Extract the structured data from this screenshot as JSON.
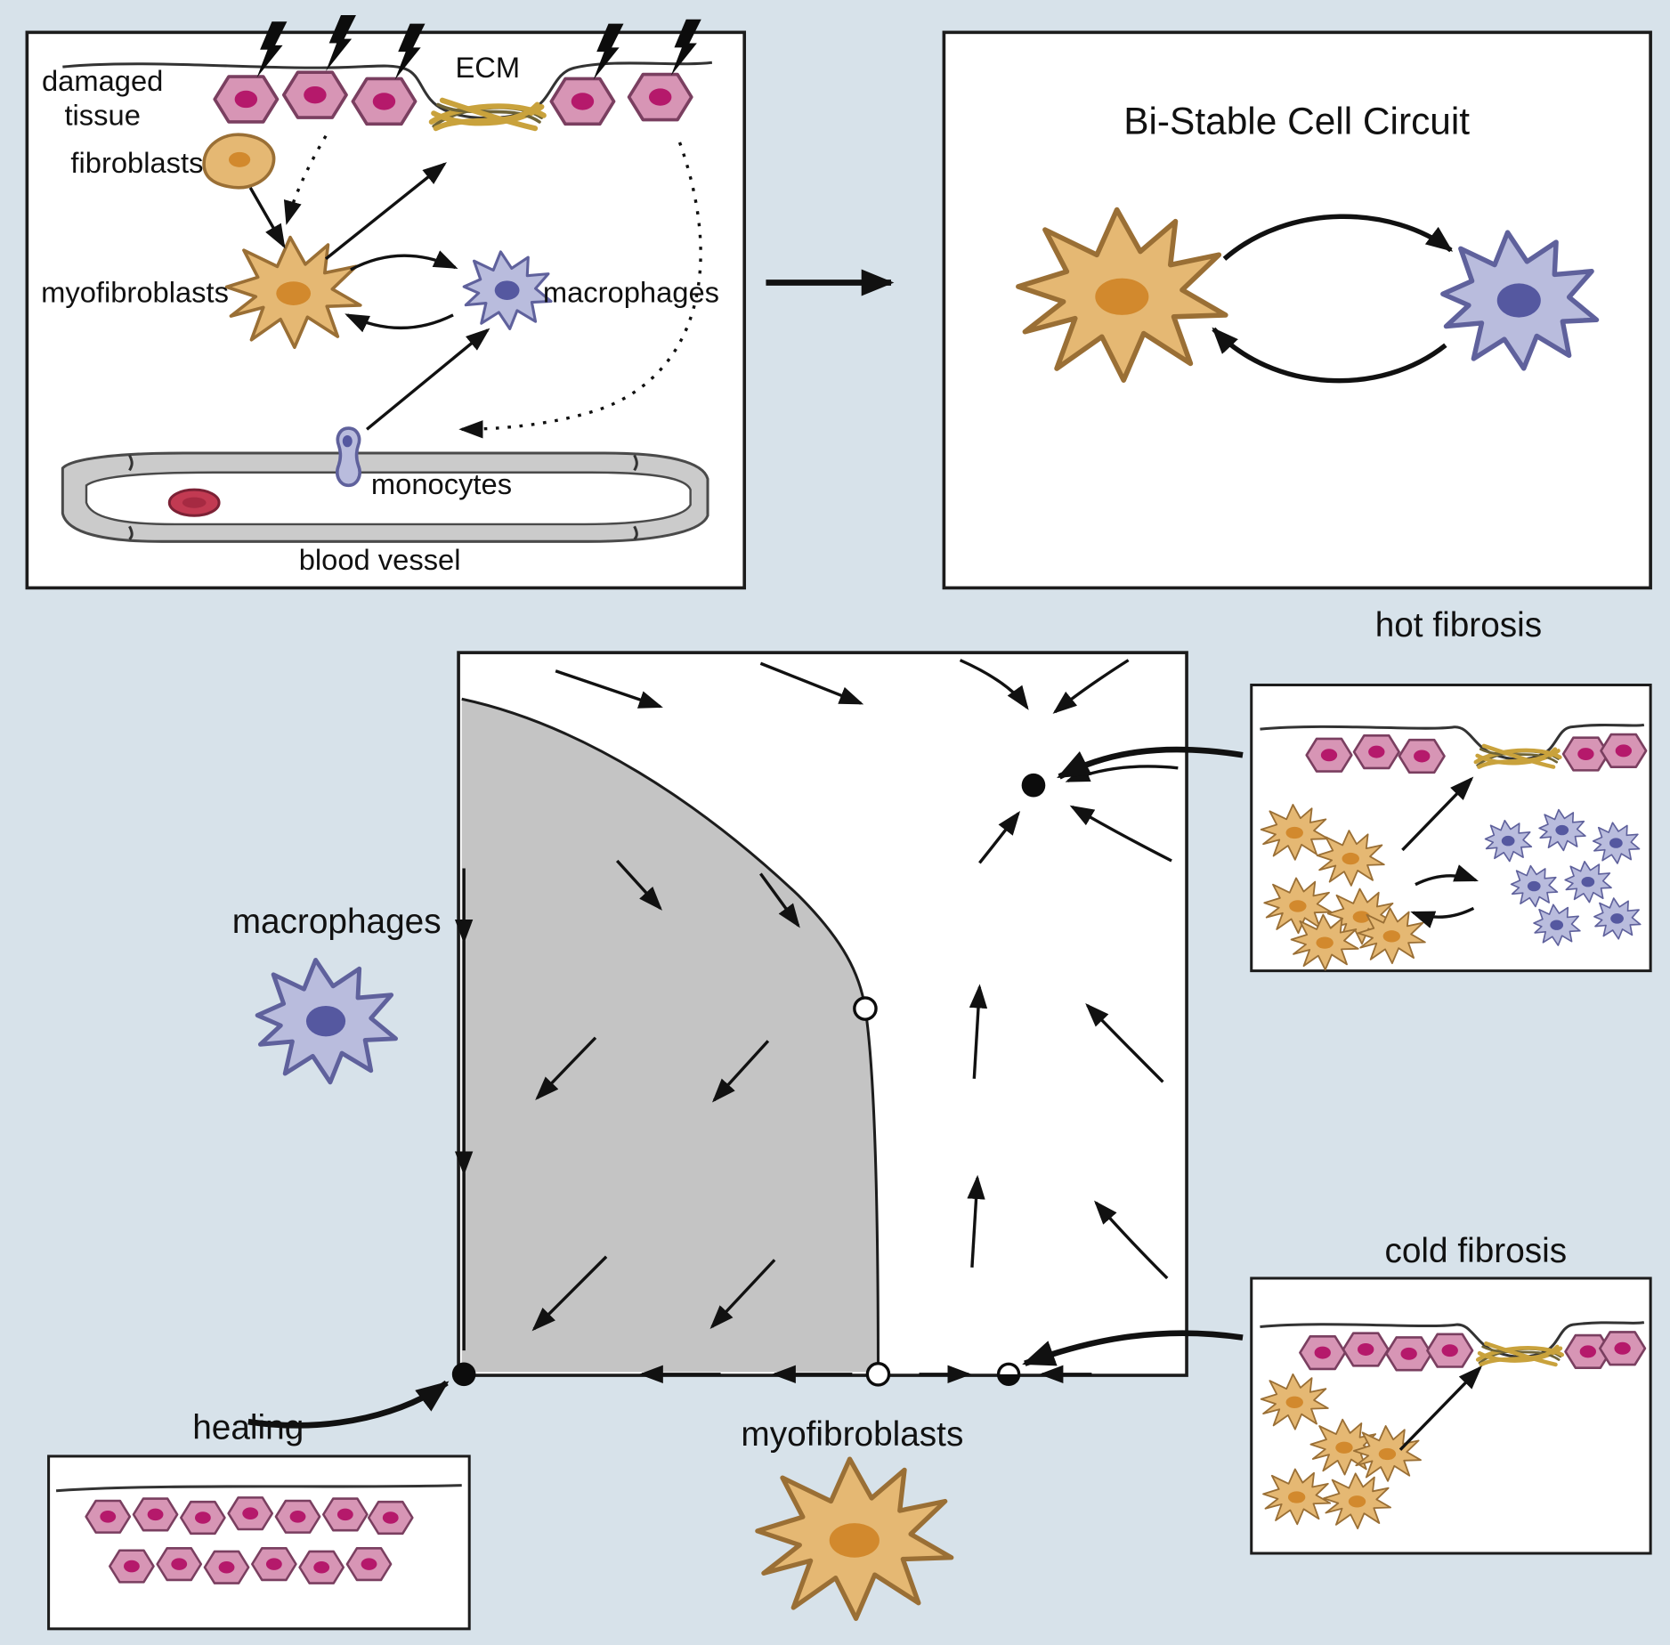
{
  "wound_panel": {
    "damaged_tissue_line1": "damaged",
    "damaged_tissue_line2": "tissue",
    "ecm_label": "ECM",
    "fibroblasts_label": "fibroblasts",
    "myofibroblasts_label": "myofibroblasts",
    "macrophages_label": "macrophages",
    "monocytes_label": "monocytes",
    "blood_vessel_label": "blood vessel"
  },
  "circuit_panel": {
    "title": "Bi-Stable Cell Circuit"
  },
  "phase_portrait": {
    "y_axis_label": "macrophages",
    "x_axis_label": "myofibroblasts",
    "fixed_points": {
      "top_right": "stable",
      "saddle_on_separatrix": "unstable",
      "bottom_left": "stable",
      "bottom_boundary": "unstable",
      "bottom_right": "semi-stable"
    }
  },
  "outcomes": {
    "hot_fibrosis_label": "hot fibrosis",
    "cold_fibrosis_label": "cold fibrosis",
    "healing_label": "healing"
  },
  "colors": {
    "background": "#d7e2ea",
    "panel_background": "#ffffff",
    "panel_border": "#1c1c1c",
    "epithelial_cell": "#d795b5",
    "epithelial_nucleus": "#b5196b",
    "myofibroblast_cell": "#e5b873",
    "myofibroblast_nucleus": "#d2892d",
    "macrophage_cell": "#b9bcdd",
    "macrophage_nucleus": "#5558a0",
    "ecm_fiber": "#c9a23c",
    "vessel_wall": "#cbcbcb",
    "red_blood_cell": "#c23a52",
    "basin_fill": "#c4c4c4",
    "arrow": "#111111"
  }
}
